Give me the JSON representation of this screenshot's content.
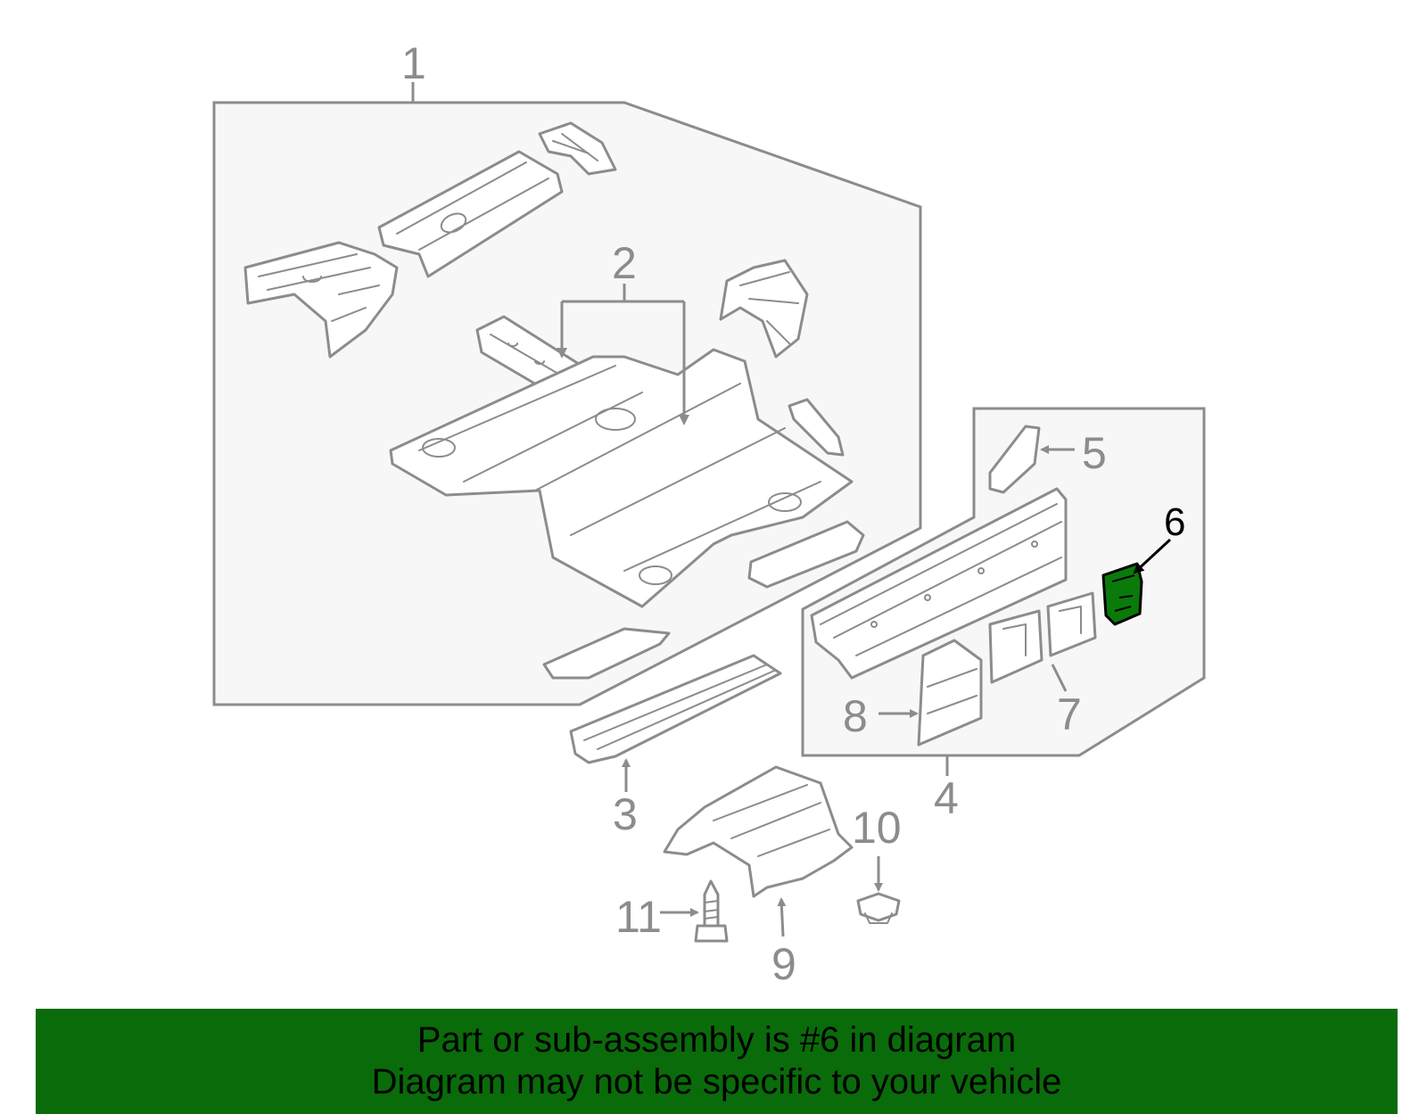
{
  "diagram": {
    "callouts": [
      "1",
      "2",
      "3",
      "4",
      "5",
      "6",
      "7",
      "8",
      "9",
      "10",
      "11"
    ],
    "highlight_part": "6",
    "colors": {
      "line": "#8c8c8c",
      "highlight_fill": "#0a7a0a",
      "highlight_label": "#000000",
      "box_fill": "#f7f7f7"
    }
  },
  "banner": {
    "line1": "Part or sub-assembly is #6 in diagram",
    "line2": "Diagram may not be specific to your vehicle",
    "background": "#0a6b0a"
  }
}
